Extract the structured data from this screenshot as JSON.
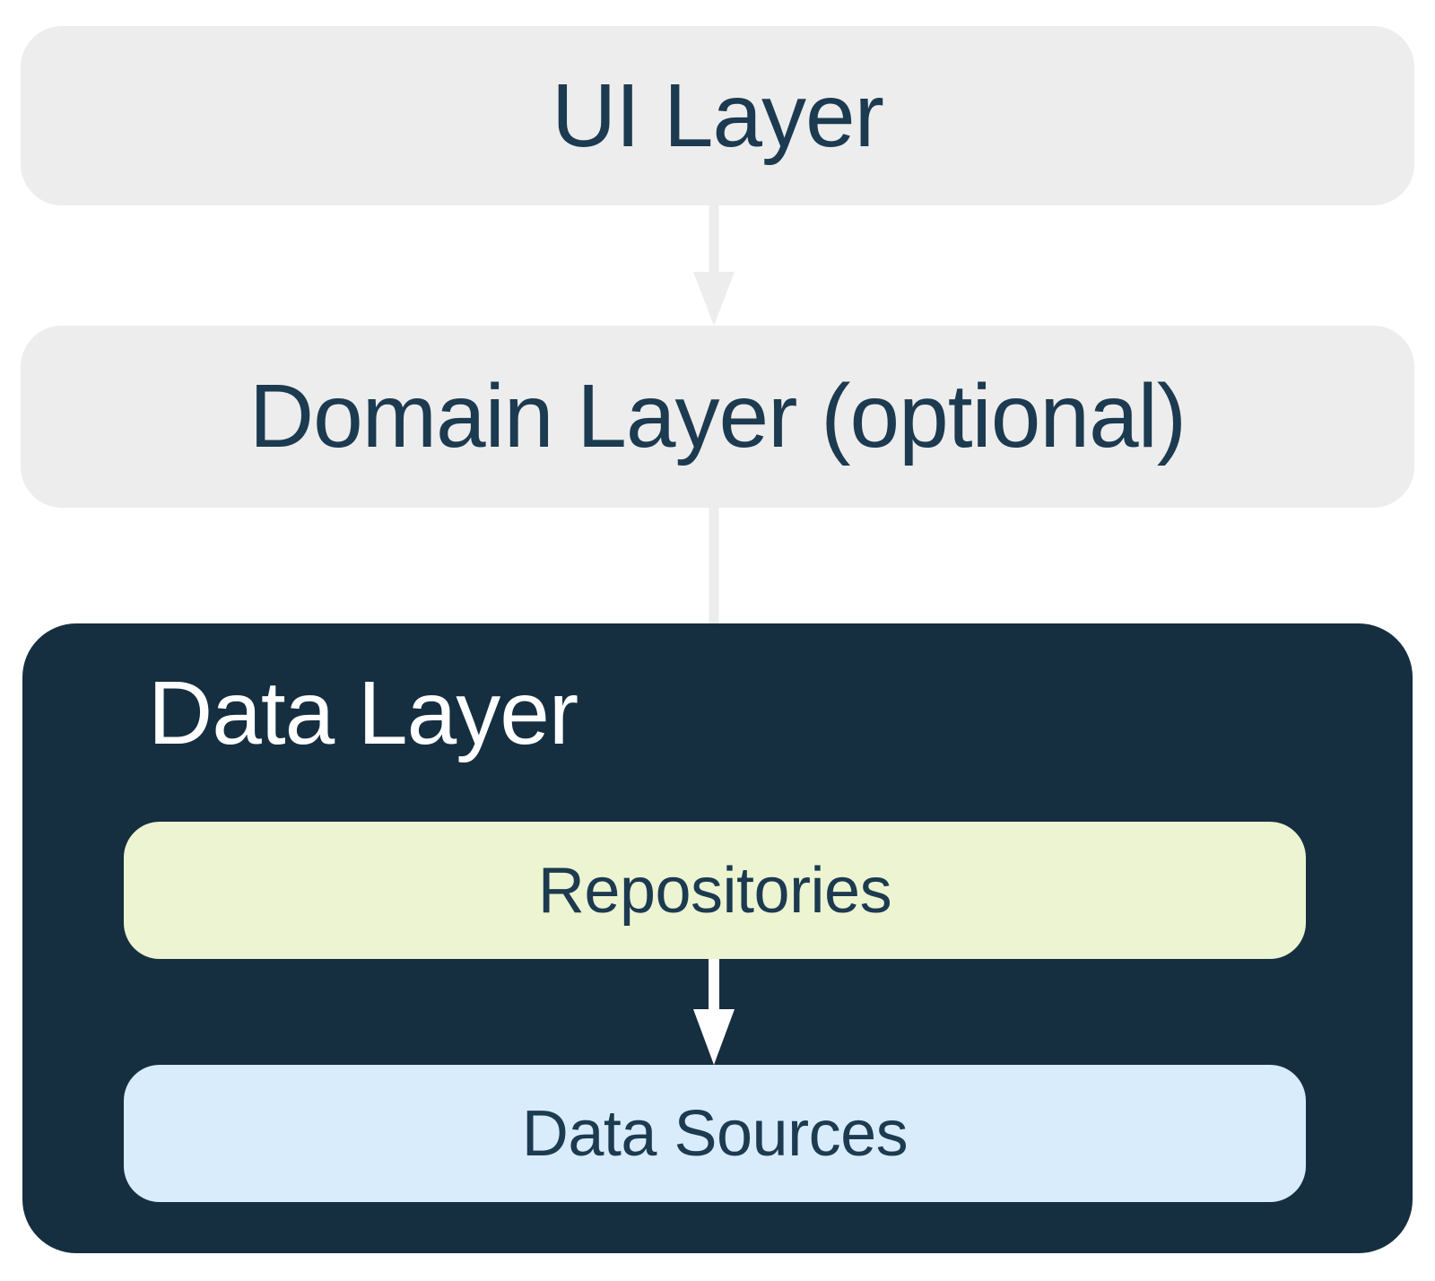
{
  "diagram": {
    "nodes": {
      "ui_layer": {
        "label": "UI Layer"
      },
      "domain_layer": {
        "label": "Domain Layer (optional)"
      },
      "data_layer": {
        "label": "Data Layer"
      },
      "repositories": {
        "label": "Repositories"
      },
      "data_sources": {
        "label": "Data Sources"
      }
    },
    "edges": [
      {
        "from": "ui_layer",
        "to": "domain_layer"
      },
      {
        "from": "domain_layer",
        "to": "repositories"
      },
      {
        "from": "repositories",
        "to": "data_sources"
      }
    ],
    "colors": {
      "background": "#ffffff",
      "layer_box_gray": "#ededed",
      "dark_navy": "#152f40",
      "text_navy": "#1c3a50",
      "repositories_fill": "#edf4d1",
      "data_sources_fill": "#d9ecfb",
      "arrow_light": "#ededed",
      "arrow_white": "#ffffff"
    }
  }
}
